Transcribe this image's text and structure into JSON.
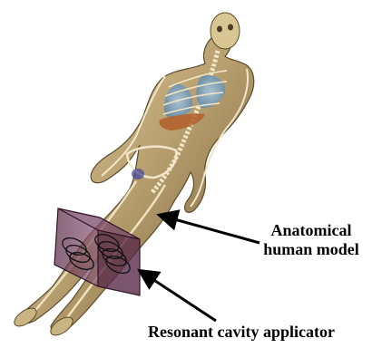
{
  "labels": {
    "anatomical_line1": "Anatomical",
    "anatomical_line2": "human model",
    "applicator": "Resonant cavity applicator"
  },
  "colors": {
    "background": "#ffffff",
    "body_skin": "#b9a070",
    "skin_highlight": "#e2d2a6",
    "skin_shadow": "#6e5a34",
    "bone": "#f1e7c8",
    "lung": "#7fa8c8",
    "liver": "#b35e2c",
    "applicator_fill": "#6a3858",
    "coil": "#111111",
    "arrow": "#000000"
  }
}
